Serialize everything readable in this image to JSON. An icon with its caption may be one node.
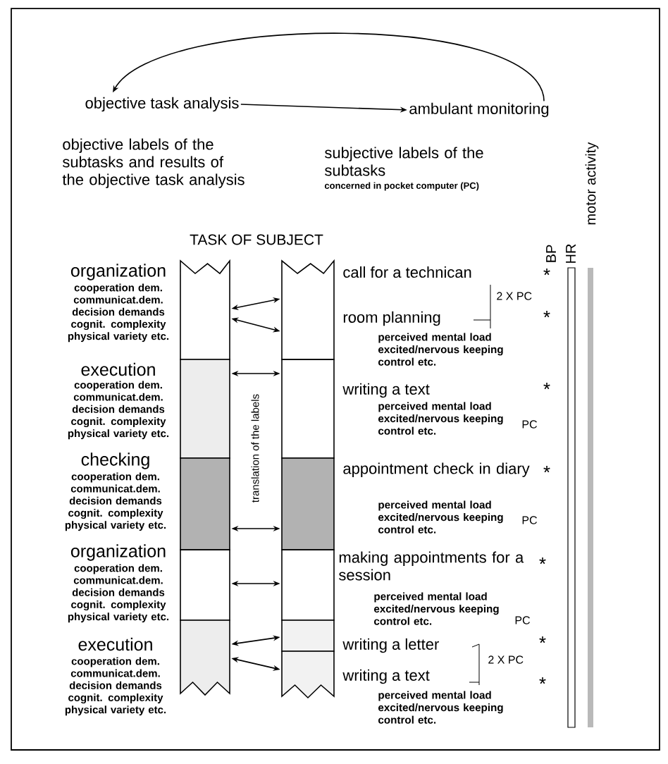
{
  "diagram": {
    "nodes": [
      {
        "text": [
          "objective task analysis"
        ]
      },
      {
        "text": [
          "ambulant monitoring"
        ]
      },
      {
        "text": [],
        "shape": "box",
        "beside": [
          "organization",
          "cooperation dem. communicat.dem. decision demands cognit. complexity physical variety etc."
        ]
      },
      {
        "text": [],
        "shape": "box",
        "beside": [
          "execution",
          "cooperation dem. communicat.dem. decision demands cognit. complexity physical variety etc."
        ]
      },
      {
        "text": [],
        "shape": "box",
        "beside": [
          "checking",
          "cooperation dem. communicat.dem. decision demands cognit. complexity physical variety etc."
        ]
      },
      {
        "text": [],
        "shape": "box",
        "beside": [
          "organization",
          "cooperation dem. communicat.dem. decision demands cognit. complexity physical variety etc."
        ]
      },
      {
        "text": [],
        "shape": "box",
        "beside": [
          "execution",
          "cooperation dem. communicat.dem. decision demands cognit. complexity physical variety etc."
        ]
      },
      {
        "text": [],
        "shape": "box"
      },
      {
        "text": [],
        "shape": "box"
      },
      {
        "text": [],
        "shape": "box"
      },
      {
        "text": [],
        "shape": "box"
      },
      {
        "text": [],
        "shape": "box"
      },
      {
        "text": [],
        "shape": "box"
      }
    ],
    "edges": [
      {
        "from": 0,
        "to": 1,
        "arrow": "to"
      },
      {
        "from": 1,
        "to": 0,
        "arrow": "to"
      },
      {
        "from": 2,
        "to": 7,
        "arrow": "both"
      },
      {
        "from": 2,
        "to": 7,
        "arrow": "both"
      },
      {
        "from": 3,
        "to": 8,
        "arrow": "both"
      },
      {
        "from": 4,
        "to": 9,
        "arrow": "both"
      },
      {
        "from": 5,
        "to": 10,
        "arrow": "both"
      },
      {
        "from": 6,
        "to": 11,
        "arrow": "both"
      },
      {
        "from": 6,
        "to": 12,
        "arrow": "both"
      }
    ],
    "labels": [
      "objective labels of the subtasks and results of the objective task analysis",
      "subjective labels of the subtasks",
      "concerned in pocket computer (PC)",
      "motor activity",
      "BP",
      "HR",
      "TASK OF SUBJECT",
      "translation of the labels",
      "call for a technican",
      "*",
      "2 X PC",
      "room planning",
      "*",
      "perceived mental load excited/nervous keeping control etc.",
      "writing a text",
      "*",
      "perceived mental load excited/nervous keeping control etc.",
      "PC",
      "appointment check in diary",
      "*",
      "perceived mental load excited/nervous keeping control etc.",
      "PC",
      "making appointments for a session",
      "*",
      "perceived mental load excited/nervous keeping control etc.",
      "PC",
      "writing a letter",
      "*",
      "2 X PC",
      "writing a text",
      "*",
      "perceived mental load excited/nervous keeping control etc."
    ]
  }
}
